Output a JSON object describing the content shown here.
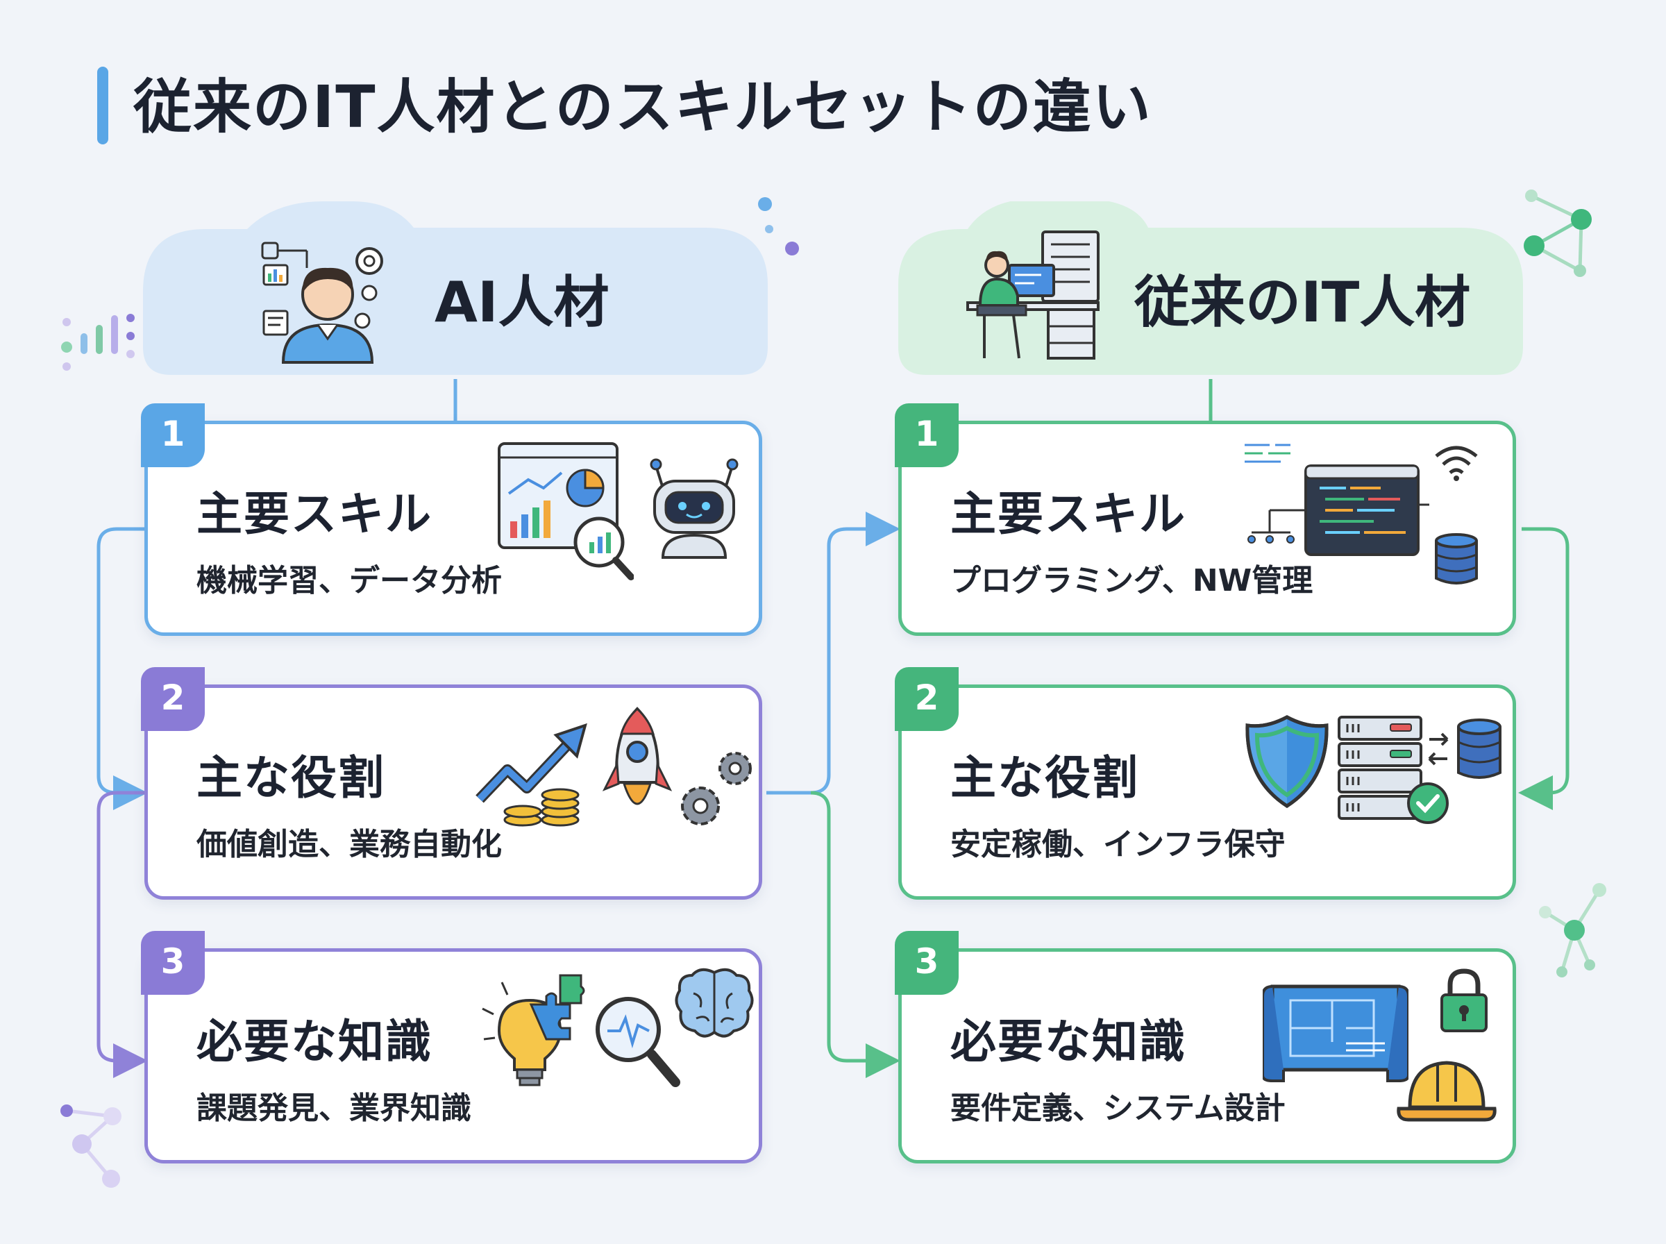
{
  "page": {
    "title": "従来のIT人材とのスキルセットの違い"
  },
  "columns": [
    {
      "header": "AI人材",
      "accent": "#5aa6e6",
      "cards": [
        {
          "number": "1",
          "title": "主要スキル",
          "desc": "機械学習、データ分析",
          "color": "#6aaee8"
        },
        {
          "number": "2",
          "title": "主な役割",
          "desc": "価値創造、業務自動化",
          "color": "#8f82d8"
        },
        {
          "number": "3",
          "title": "必要な知識",
          "desc": "課題発見、業界知識",
          "color": "#8f82d8"
        }
      ]
    },
    {
      "header": "従来のIT人材",
      "accent": "#45b57c",
      "cards": [
        {
          "number": "1",
          "title": "主要スキル",
          "desc": "プログラミング、NW管理",
          "color": "#58c08a"
        },
        {
          "number": "2",
          "title": "主な役割",
          "desc": "安定稼働、インフラ保守",
          "color": "#58c08a"
        },
        {
          "number": "3",
          "title": "必要な知識",
          "desc": "要件定義、システム設計",
          "color": "#58c08a"
        }
      ]
    }
  ],
  "icons": {
    "ai_header": "ai-person-icon",
    "it_header": "it-engineer-desk-icon",
    "ai_skill": [
      "analytics-dashboard-icon",
      "robot-icon"
    ],
    "ai_role": [
      "growth-chart-coins-icon",
      "rocket-icon",
      "gears-icon"
    ],
    "ai_knowledge": [
      "lightbulb-puzzle-icon",
      "magnifier-icon",
      "brain-icon"
    ],
    "it_skill": [
      "code-window-icon",
      "wifi-icon",
      "database-icon"
    ],
    "it_role": [
      "shield-icon",
      "server-icon",
      "database-check-icon"
    ],
    "it_knowledge": [
      "blueprint-icon",
      "padlock-icon",
      "hard-hat-icon"
    ]
  }
}
